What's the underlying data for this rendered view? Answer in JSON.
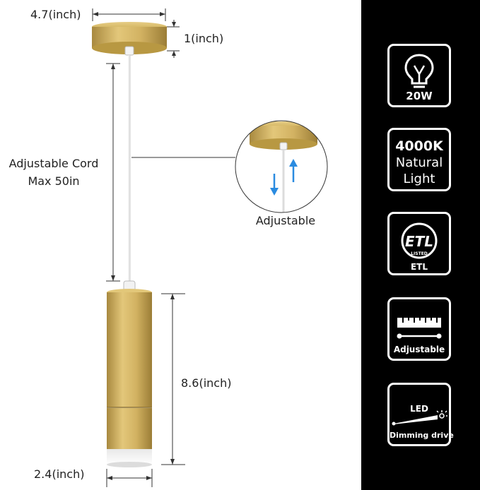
{
  "dimensions": {
    "canopy_width": "4.7(inch)",
    "canopy_height": "1(inch)",
    "cord_line1": "Adjustable Cord",
    "cord_line2": "Max 50in",
    "shade_height": "8.6(inch)",
    "shade_width": "2.4(inch)"
  },
  "detail_callout": {
    "label": "Adjustable"
  },
  "feature_badges": [
    {
      "icon": "bulb-icon",
      "label": "20W"
    },
    {
      "icon": "color-temperature-text",
      "line1": "4000K",
      "line2": "Natural",
      "line3": "Light"
    },
    {
      "icon": "etl-listed-icon",
      "logo_text": "ETL",
      "logo_subtext": "LISTED",
      "label": "ETL"
    },
    {
      "icon": "ruler-icon",
      "label": "Adjustable"
    },
    {
      "icon": "dimmer-icon",
      "top_label": "LED",
      "label": "Dimming drive"
    }
  ],
  "colors": {
    "gold": "#c9a84c",
    "sidebar": "#000000",
    "arrow_blue": "#2a8be0",
    "dimension_line": "#333333"
  }
}
